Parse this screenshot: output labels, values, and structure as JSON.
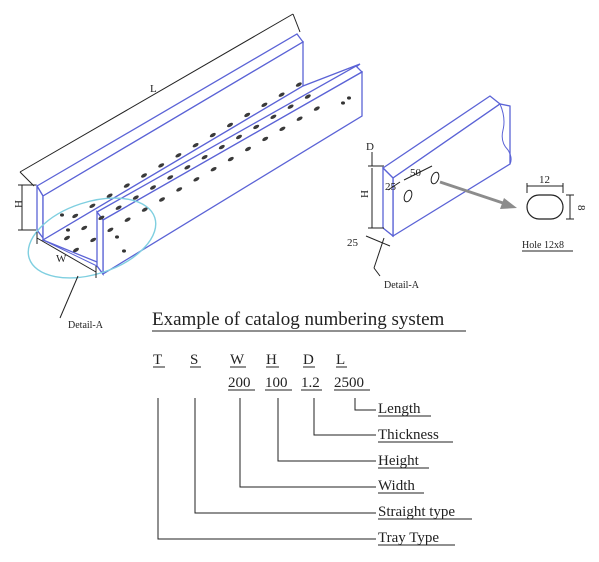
{
  "drawing": {
    "dims": {
      "length": "L",
      "height": "H",
      "width": "W",
      "thickness": "D",
      "hole_w": "12",
      "hole_h": "8",
      "hole_pitch": "50",
      "hole_offset": "25",
      "flange": "25"
    },
    "detail_a_left": "Detail-A",
    "detail_a_right": "Detail-A",
    "hole_label": "Hole 12x8"
  },
  "catalog": {
    "title": "Example of catalog numbering system",
    "codes": [
      "T",
      "S",
      "W",
      "H",
      "D",
      "L"
    ],
    "values": [
      "200",
      "100",
      "1.2",
      "2500"
    ],
    "legend": [
      "Length",
      "Thickness",
      "Height",
      "Width",
      "Straight type",
      "Tray Type"
    ]
  },
  "colors": {
    "outline": "#5b63d6",
    "detail_ellipse": "#7fcfe0",
    "arrow": "#8c8c8c",
    "ink": "#222222"
  }
}
